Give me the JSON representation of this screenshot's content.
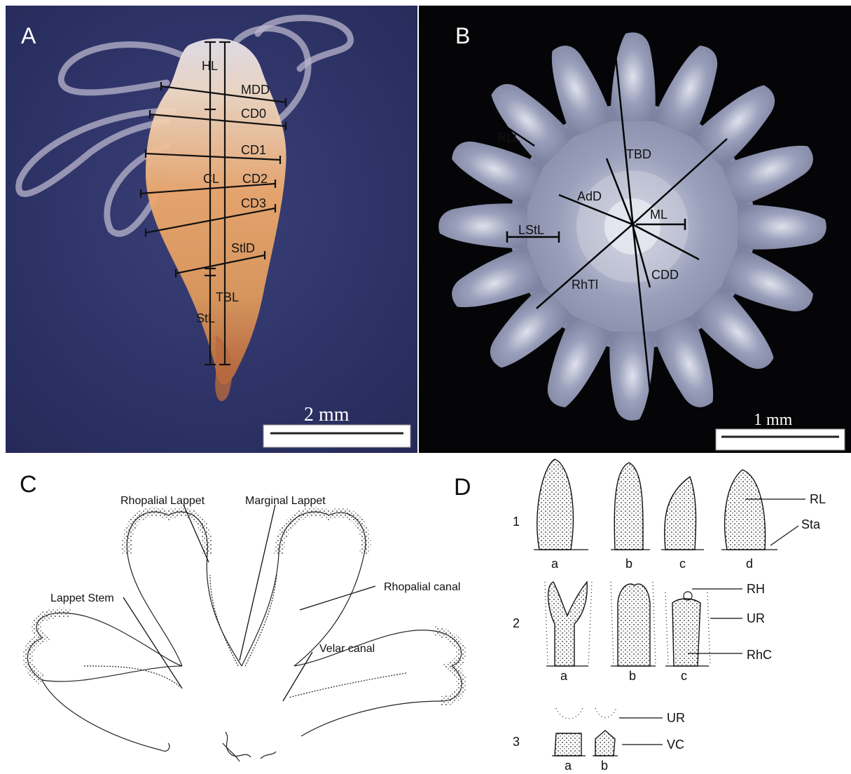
{
  "panels": {
    "A": {
      "letter": "A",
      "labels": {
        "HL": "HL",
        "MDD": "MDD",
        "CD0": "CD0",
        "CD1": "CD1",
        "CL": "CL",
        "CD2": "CD2",
        "CD3": "CD3",
        "StlD": "StlD",
        "TBL": "TBL",
        "StL": "StL"
      },
      "scale_bar": "2 mm",
      "colors": {
        "background": "#2b3166",
        "body": "#e8a06a"
      }
    },
    "B": {
      "letter": "B",
      "labels": {
        "RLL": "RLL",
        "TBD": "TBD",
        "AdD": "AdD",
        "ML": "ML",
        "LStL": "LStL",
        "RhTl": "RhTl",
        "CDD": "CDD"
      },
      "scale_bar": "1 mm",
      "colors": {
        "background": "#060608",
        "body": "#8a8fa8"
      }
    },
    "C": {
      "letter": "C",
      "labels": {
        "rhopalial_lappet": "Rhopalial Lappet",
        "marginal_lappet": "Marginal Lappet",
        "lappet_stem": "Lappet Stem",
        "rhopalial_canal": "Rhopalial canal",
        "velar_canal": "Velar canal"
      }
    },
    "D": {
      "letter": "D",
      "row_numbers": [
        "1",
        "2",
        "3"
      ],
      "row1_letters": [
        "a",
        "b",
        "c",
        "d"
      ],
      "row2_letters": [
        "a",
        "b",
        "c"
      ],
      "row3_letters": [
        "a",
        "b"
      ],
      "labels": {
        "RL": "RL",
        "Sta": "Sta",
        "RH": "RH",
        "UR": "UR",
        "RhC": "RhC",
        "UR2": "UR",
        "VC": "VC"
      }
    }
  }
}
